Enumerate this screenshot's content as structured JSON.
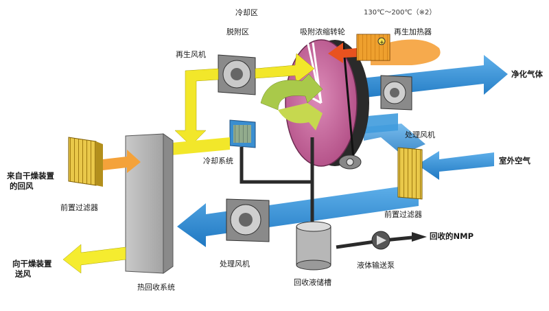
{
  "labels": {
    "cooling_zone": "冷却区",
    "desorption_zone": "脱附区",
    "rotor": "吸附浓缩转轮",
    "temperature": "130℃～200℃（※2）",
    "regen_heater": "再生加热器",
    "regen_fan": "再生风机",
    "clean_gas": "净化气体",
    "cooling_system": "冷却系统",
    "process_fan_right": "处理风机",
    "outdoor_air": "室外空气",
    "return_air_line1": "来自干燥装置",
    "return_air_line2": "的回风",
    "prefilter_left": "前置过滤器",
    "prefilter_right": "前置过滤器",
    "recovered_nmp": "回收的NMP",
    "supply_line1": "向干燥装置",
    "supply_line2": "送风",
    "process_fan_bottom": "处理风机",
    "pump": "液体输送泵",
    "storage_tank": "回收液储槽",
    "heat_recovery": "热回收系统"
  },
  "colors": {
    "process_air": "#2f8fd6",
    "regen_air": "#f2e72a",
    "regen_hot": "#f58a1f",
    "rotor": "#c9649a",
    "supply_air": "#f5ec2f"
  }
}
